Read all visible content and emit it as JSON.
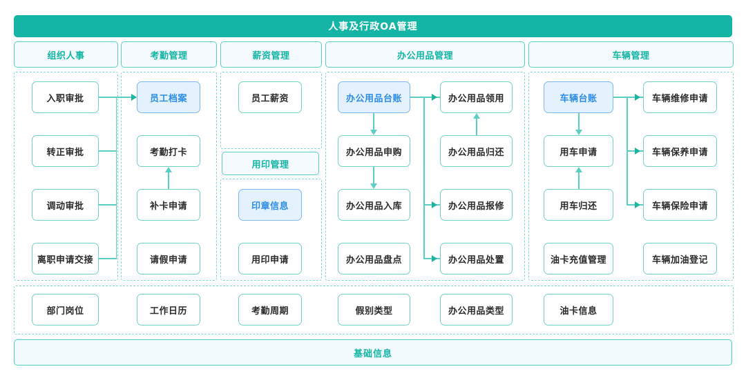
{
  "banner": {
    "title": "人事及行政OA管理"
  },
  "tabs": [
    {
      "label": "组织人事"
    },
    {
      "label": "考勤管理"
    },
    {
      "label": "薪资管理"
    },
    {
      "label": "办公用品管理"
    },
    {
      "label": "车辆管理"
    }
  ],
  "columns": {
    "org": {
      "nodes": [
        {
          "label": "入职审批",
          "highlight": false
        },
        {
          "label": "转正审批",
          "highlight": false
        },
        {
          "label": "调动审批",
          "highlight": false
        },
        {
          "label": "离职申请交接",
          "highlight": false
        }
      ]
    },
    "attendance": {
      "nodes": [
        {
          "label": "员工档案",
          "highlight": true
        },
        {
          "label": "考勤打卡",
          "highlight": false
        },
        {
          "label": "补卡申请",
          "highlight": false
        },
        {
          "label": "请假申请",
          "highlight": false
        }
      ]
    },
    "salary": {
      "nodes": [
        {
          "label": "员工薪资",
          "highlight": false
        }
      ],
      "subtab": {
        "label": "用印管理"
      },
      "seal_nodes": [
        {
          "label": "印章信息",
          "highlight": true
        },
        {
          "label": "用印申请",
          "highlight": false
        }
      ]
    },
    "supplies": {
      "left_nodes": [
        {
          "label": "办公用品台账",
          "highlight": true
        },
        {
          "label": "办公用品申购",
          "highlight": false
        },
        {
          "label": "办公用品入库",
          "highlight": false
        },
        {
          "label": "办公用品盘点",
          "highlight": false
        }
      ],
      "right_nodes": [
        {
          "label": "办公用品领用",
          "highlight": false
        },
        {
          "label": "办公用品归还",
          "highlight": false
        },
        {
          "label": "办公用品报修",
          "highlight": false
        },
        {
          "label": "办公用品处置",
          "highlight": false
        }
      ]
    },
    "vehicle": {
      "left_nodes": [
        {
          "label": "车辆台账",
          "highlight": true
        },
        {
          "label": "用车申请",
          "highlight": false
        },
        {
          "label": "用车归还",
          "highlight": false
        },
        {
          "label": "油卡充值管理",
          "highlight": false
        }
      ],
      "right_nodes": [
        {
          "label": "车辆维修申请",
          "highlight": false
        },
        {
          "label": "车辆保养申请",
          "highlight": false
        },
        {
          "label": "车辆保险申请",
          "highlight": false
        },
        {
          "label": "车辆加油登记",
          "highlight": false
        }
      ]
    }
  },
  "basic_row": {
    "nodes": [
      {
        "label": "部门岗位"
      },
      {
        "label": "工作日历"
      },
      {
        "label": "考勤周期"
      },
      {
        "label": "假别类型"
      },
      {
        "label": "办公用品类型"
      },
      {
        "label": "油卡信息"
      }
    ]
  },
  "footer": {
    "label": "基础信息"
  },
  "colors": {
    "brand_teal": "#14b5a5",
    "node_border": "#6fd3c8",
    "dashed_border": "#7ed8d0",
    "highlight_fill": "#e4f2fd",
    "highlight_border": "#7fb8f0",
    "highlight_text": "#2e8de8",
    "tab_fill": "#f4fafd",
    "connector": "#5bcfc3",
    "arrow": "#1ab5a0",
    "text": "#2b2b2b"
  }
}
